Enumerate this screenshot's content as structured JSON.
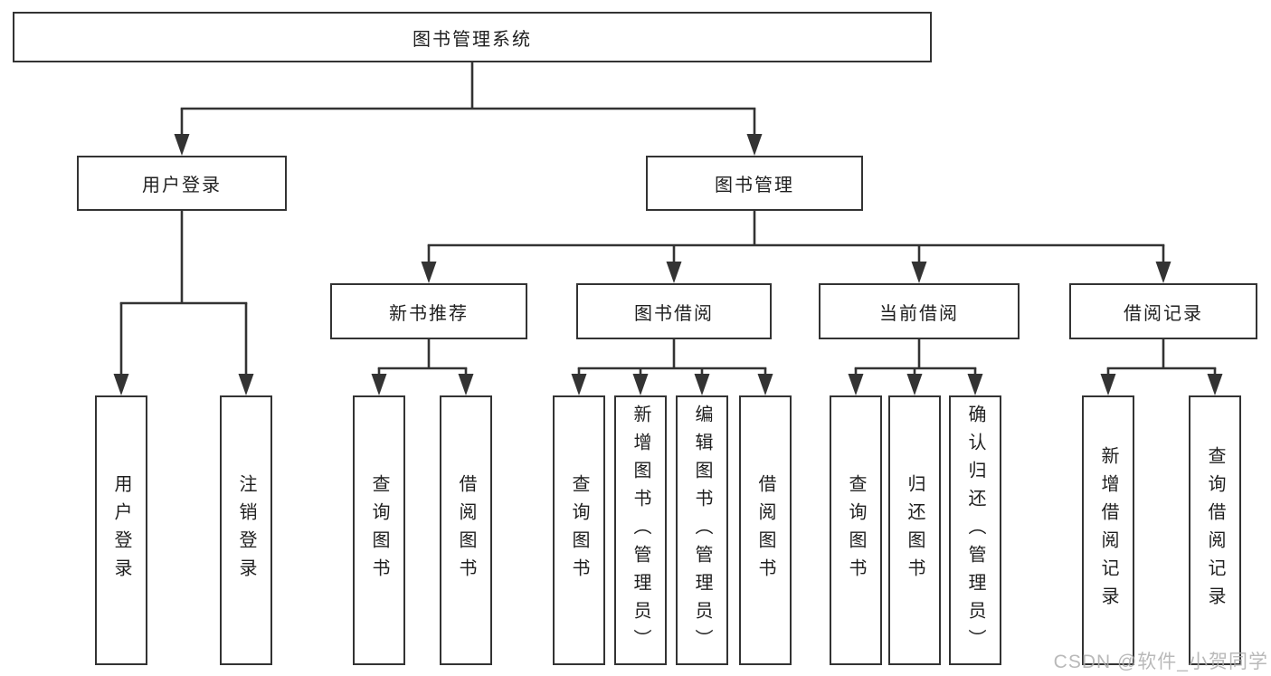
{
  "diagram": {
    "kind": "function-structure-tree",
    "colors": {
      "line": "#333333",
      "box_border": "#333333",
      "box_background": "#ffffff",
      "text": "#1f1f1f",
      "watermark": "#adadad",
      "canvas_background": "#ffffff"
    }
  },
  "tree": {
    "root": {
      "label": "图书管理系统"
    },
    "level2": [
      {
        "label": "用户登录"
      },
      {
        "label": "图书管理"
      }
    ],
    "level3": [
      {
        "label": "新书推荐"
      },
      {
        "label": "图书借阅"
      },
      {
        "label": "当前借阅"
      },
      {
        "label": "借阅记录"
      }
    ],
    "leaves": {
      "user_login": [
        {
          "label": "用户登录"
        },
        {
          "label": "注销登录"
        }
      ],
      "new_books": [
        {
          "label": "查询图书"
        },
        {
          "label": "借阅图书"
        }
      ],
      "book_borrow": [
        {
          "label": "查询图书"
        },
        {
          "label": "新增图书（管理员）"
        },
        {
          "label": "编辑图书（管理员）"
        },
        {
          "label": "借阅图书"
        }
      ],
      "current_borrow": [
        {
          "label": "查询图书"
        },
        {
          "label": "归还图书"
        },
        {
          "label": "确认归还（管理员）"
        }
      ],
      "borrow_records": [
        {
          "label": "新增借阅记录"
        },
        {
          "label": "查询借阅记录"
        }
      ]
    }
  },
  "watermark": {
    "text": "CSDN @软件_小贺同学"
  }
}
